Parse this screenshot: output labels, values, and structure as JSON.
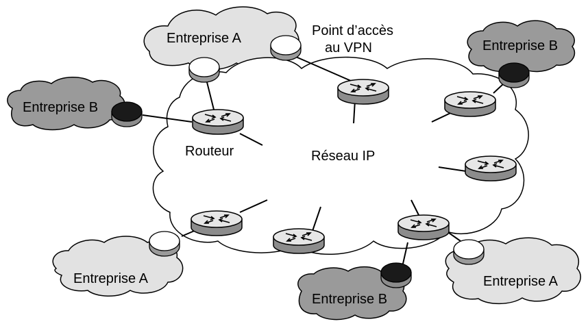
{
  "core_network": {
    "label": "Réseau IP"
  },
  "router_label": "Routeur",
  "vpn_access_label": {
    "line1": "Point d’accès",
    "line2": "au VPN"
  },
  "sites": [
    {
      "id": "a-top",
      "label": "Entreprise A",
      "company": "A"
    },
    {
      "id": "b-left",
      "label": "Entreprise B",
      "company": "B"
    },
    {
      "id": "b-topright",
      "label": "Entreprise B",
      "company": "B"
    },
    {
      "id": "a-bottomleft",
      "label": "Entreprise A",
      "company": "A"
    },
    {
      "id": "b-bottom",
      "label": "Entreprise B",
      "company": "B"
    },
    {
      "id": "a-bottomright",
      "label": "Entreprise A",
      "company": "A"
    }
  ],
  "colors": {
    "company_a_cloud": "#e2e2e2",
    "company_b_cloud": "#9a9a9a",
    "company_a_endpoint": "#ffffff",
    "company_b_endpoint": "#1a1a1a",
    "network_cloud": "#ffffff",
    "outline": "#000000"
  }
}
